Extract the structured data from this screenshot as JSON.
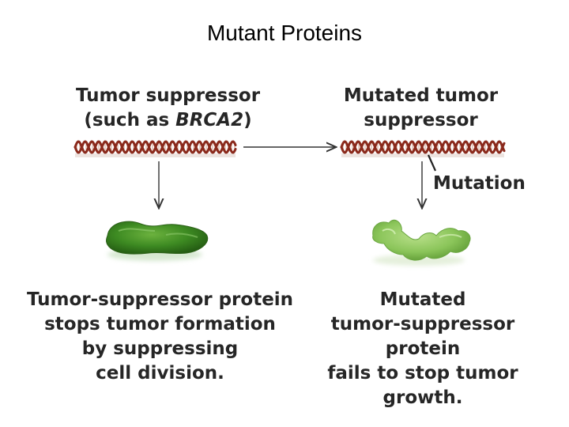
{
  "slide": {
    "title": "Mutant Proteins"
  },
  "left": {
    "gene_title": "Tumor suppressor",
    "gene_subtitle_prefix": "(such as ",
    "gene_subtitle_italic": "BRCA2",
    "gene_subtitle_suffix": ")",
    "protein_caption": [
      "Tumor-suppressor protein",
      "stops tumor formation",
      "by suppressing",
      "cell division."
    ]
  },
  "right": {
    "gene_title": [
      "Mutated tumor",
      "suppressor"
    ],
    "mutation_label": "Mutation",
    "protein_caption": [
      "Mutated",
      "tumor-suppressor",
      "protein",
      "fails to stop tumor",
      "growth."
    ]
  },
  "colors": {
    "dna_strand": "#8b2a1c",
    "dna_rungs": "#d8b0a0",
    "normal_protein": "#3f8a22",
    "mutant_protein": "#8fc95a",
    "arrow": "#333333"
  }
}
